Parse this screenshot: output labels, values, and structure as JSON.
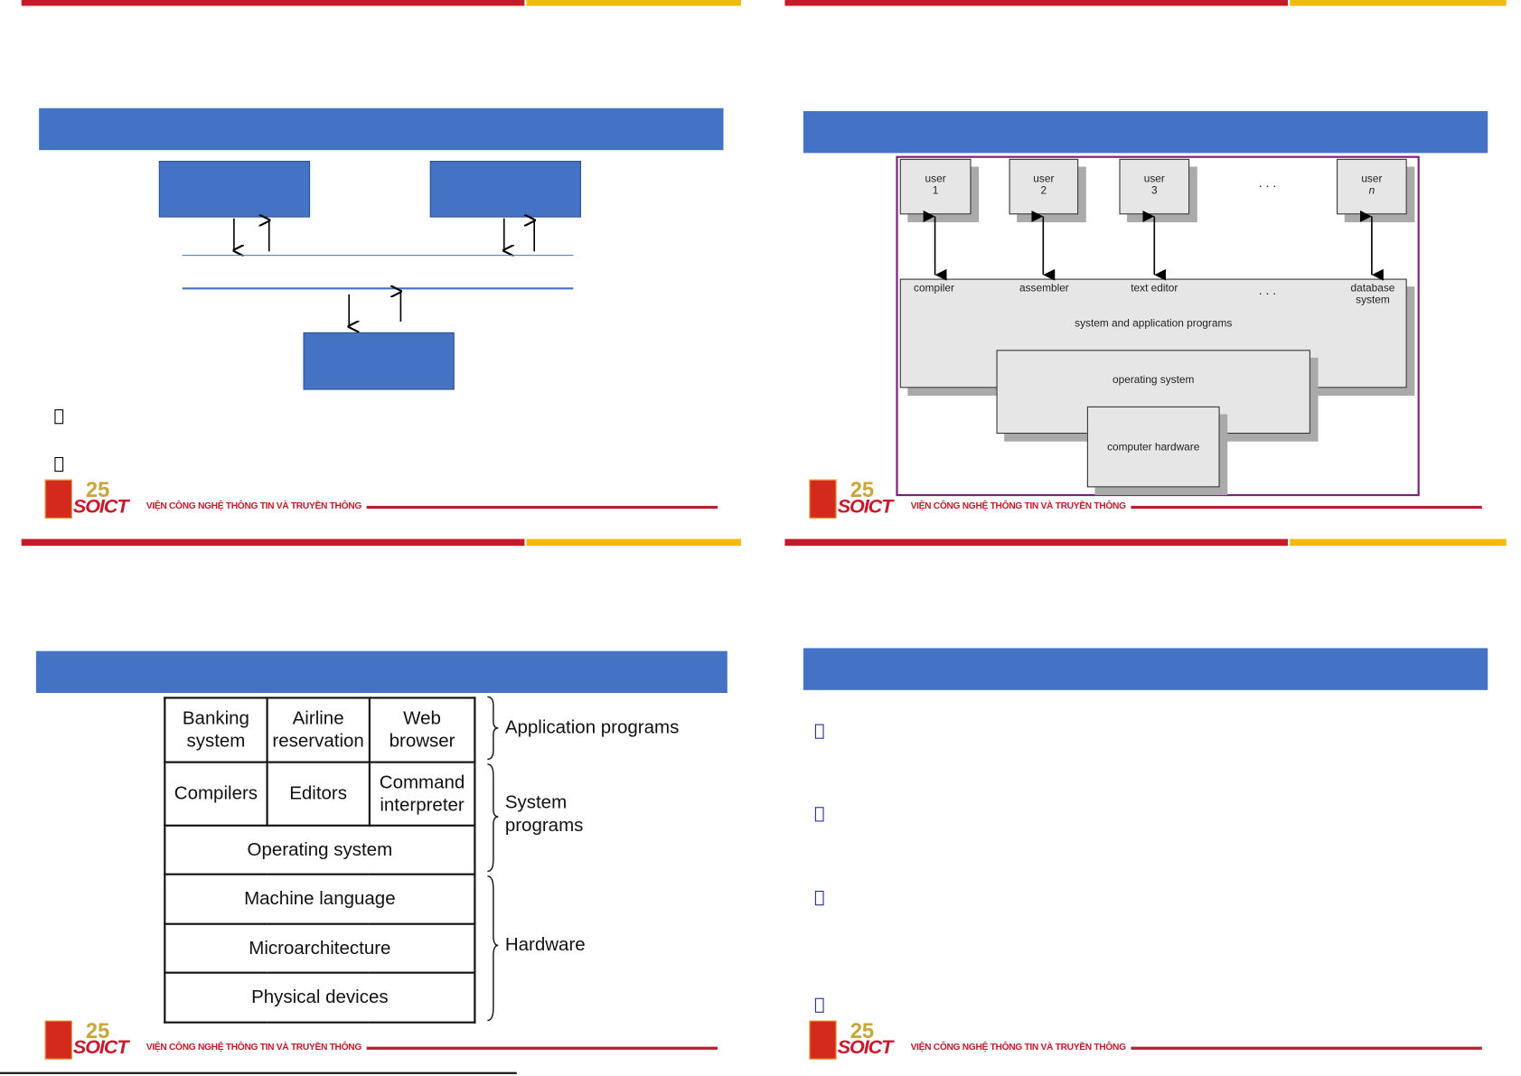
{
  "footer": {
    "institute": "VIỆN CÔNG NGHỆ THÔNG TIN VÀ TRUYỀN THÔNG",
    "logo_text": "SOICT",
    "logo_number": "25"
  },
  "slide2": {
    "users": [
      {
        "label": "user",
        "num": "1"
      },
      {
        "label": "user",
        "num": "2"
      },
      {
        "label": "user",
        "num": "3"
      },
      {
        "label": "user",
        "num": "n"
      }
    ],
    "ellipsis": ". . .",
    "programs": [
      "compiler",
      "assembler",
      "text editor",
      "database system"
    ],
    "layer_programs": "system and application programs",
    "layer_os": "operating system",
    "layer_hw": "computer hardware"
  },
  "slide3": {
    "rows": [
      [
        "Banking system",
        "Airline reservation",
        "Web browser"
      ],
      [
        "Compilers",
        "Editors",
        "Command interpreter"
      ],
      [
        "Operating system"
      ],
      [
        "Machine language"
      ],
      [
        "Microarchitecture"
      ],
      [
        "Physical devices"
      ]
    ],
    "groups": [
      "Application programs",
      "System programs",
      "Hardware"
    ]
  }
}
